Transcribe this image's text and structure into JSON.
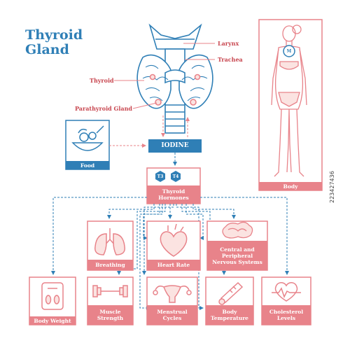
{
  "title": {
    "line1": "Thyroid",
    "line2": "Gland"
  },
  "anatomy_labels": {
    "larynx": "Larynx",
    "trachea": "Trachea",
    "thyroid": "Thyroid",
    "parathyroid": "Parathyroid Gland"
  },
  "boxes": {
    "food": "Food",
    "iodine": "IODINE",
    "body": "Body",
    "hormones_line1": "Thyroid",
    "hormones_line2": "Hormones",
    "hormone_t3": "T3",
    "hormone_t4": "T4",
    "body_marker": "M"
  },
  "effects_row1": [
    {
      "line1": "Breathing",
      "line2": ""
    },
    {
      "line1": "Heart Rate",
      "line2": ""
    },
    {
      "line1": "Central and",
      "line2": "Peripheral",
      "line3": "Nervous Systems"
    }
  ],
  "effects_row2": [
    {
      "line1": "Body Weight",
      "line2": ""
    },
    {
      "line1": "Muscle",
      "line2": "Strength"
    },
    {
      "line1": "Menstrual",
      "line2": "Cycles"
    },
    {
      "line1": "Body",
      "line2": "Temperature"
    },
    {
      "line1": "Cholesterol",
      "line2": "Levels"
    }
  ],
  "watermark": "223427436",
  "colors": {
    "blue": "#2f7fb6",
    "pink": "#e8838a",
    "red": "#c8464f",
    "panel": "#fbe3e1"
  },
  "icons": [
    "thyroid-gland-illustration",
    "food-bowl-icon",
    "woman-body-illustration",
    "lungs-icon",
    "heart-icon",
    "brain-icon",
    "scale-icon",
    "dumbbell-icon",
    "uterus-icon",
    "thermometer-icon",
    "heartbeat-icon"
  ]
}
